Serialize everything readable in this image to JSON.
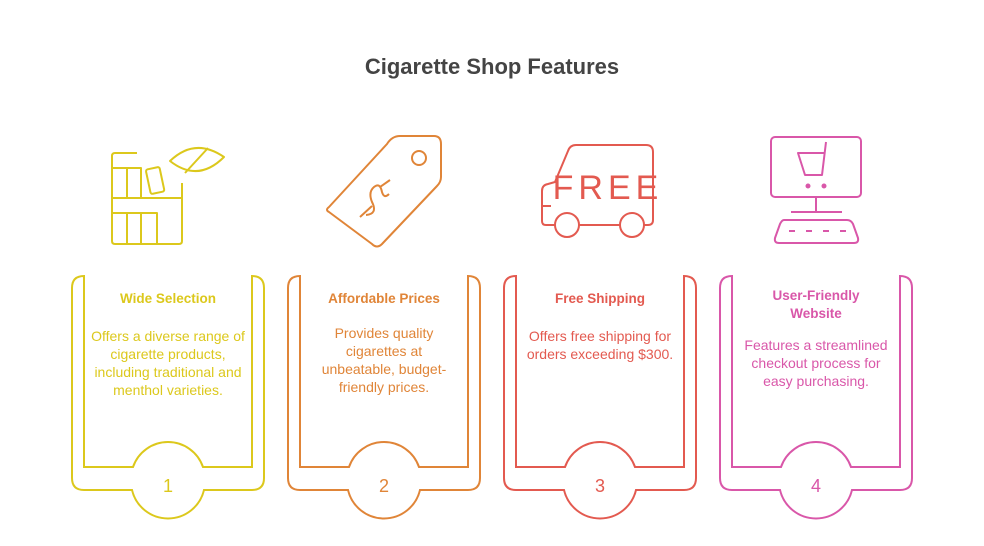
{
  "title": "Cigarette Shop Features",
  "colors": {
    "yellow": "#dcc81c",
    "orange": "#e08538",
    "red": "#e35a50",
    "pink": "#d957a9"
  },
  "cards": [
    {
      "number": "1",
      "title": "Wide Selection",
      "description": "Offers a diverse range of cigarette products, including traditional and menthol varieties.",
      "icon": "shelf-leaf-icon"
    },
    {
      "number": "2",
      "title": "Affordable Prices",
      "description": "Provides quality cigarettes at unbeatable, budget-friendly prices.",
      "icon": "price-tag-icon"
    },
    {
      "number": "3",
      "title": "Free Shipping",
      "description": "Offers free shipping for orders exceeding $300.",
      "icon": "delivery-truck-icon",
      "icon_text": "FREE"
    },
    {
      "number": "4",
      "title": "User-Friendly Website",
      "description": "Features a streamlined checkout process for easy purchasing.",
      "icon": "computer-cart-icon"
    }
  ]
}
